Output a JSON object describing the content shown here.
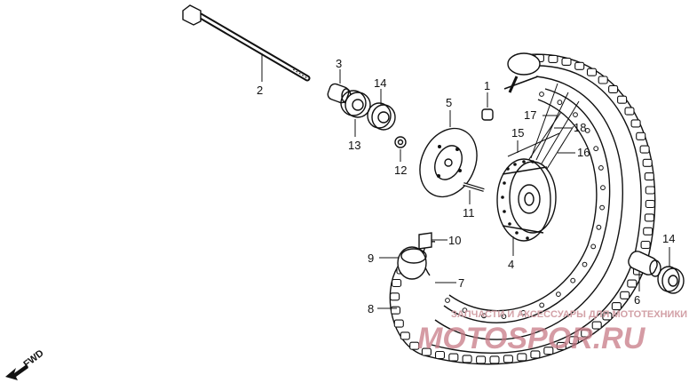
{
  "callouts": {
    "c1": "1",
    "c2": "2",
    "c3": "3",
    "c4": "4",
    "c5": "5",
    "c6": "6",
    "c7": "7",
    "c8": "8",
    "c9": "9",
    "c10": "10",
    "c11": "11",
    "c12": "12",
    "c13": "13",
    "c14a": "14",
    "c14b": "14",
    "c15": "15",
    "c16": "16",
    "c17": "17",
    "c18": "18"
  },
  "direction_marker": "FWD",
  "watermark": {
    "line1": "ЗАПЧАСТИ И АКСЕССУАРЫ ДЛЯ МОТОТЕХНИКИ",
    "line2": "MOTOSPOR.RU"
  }
}
